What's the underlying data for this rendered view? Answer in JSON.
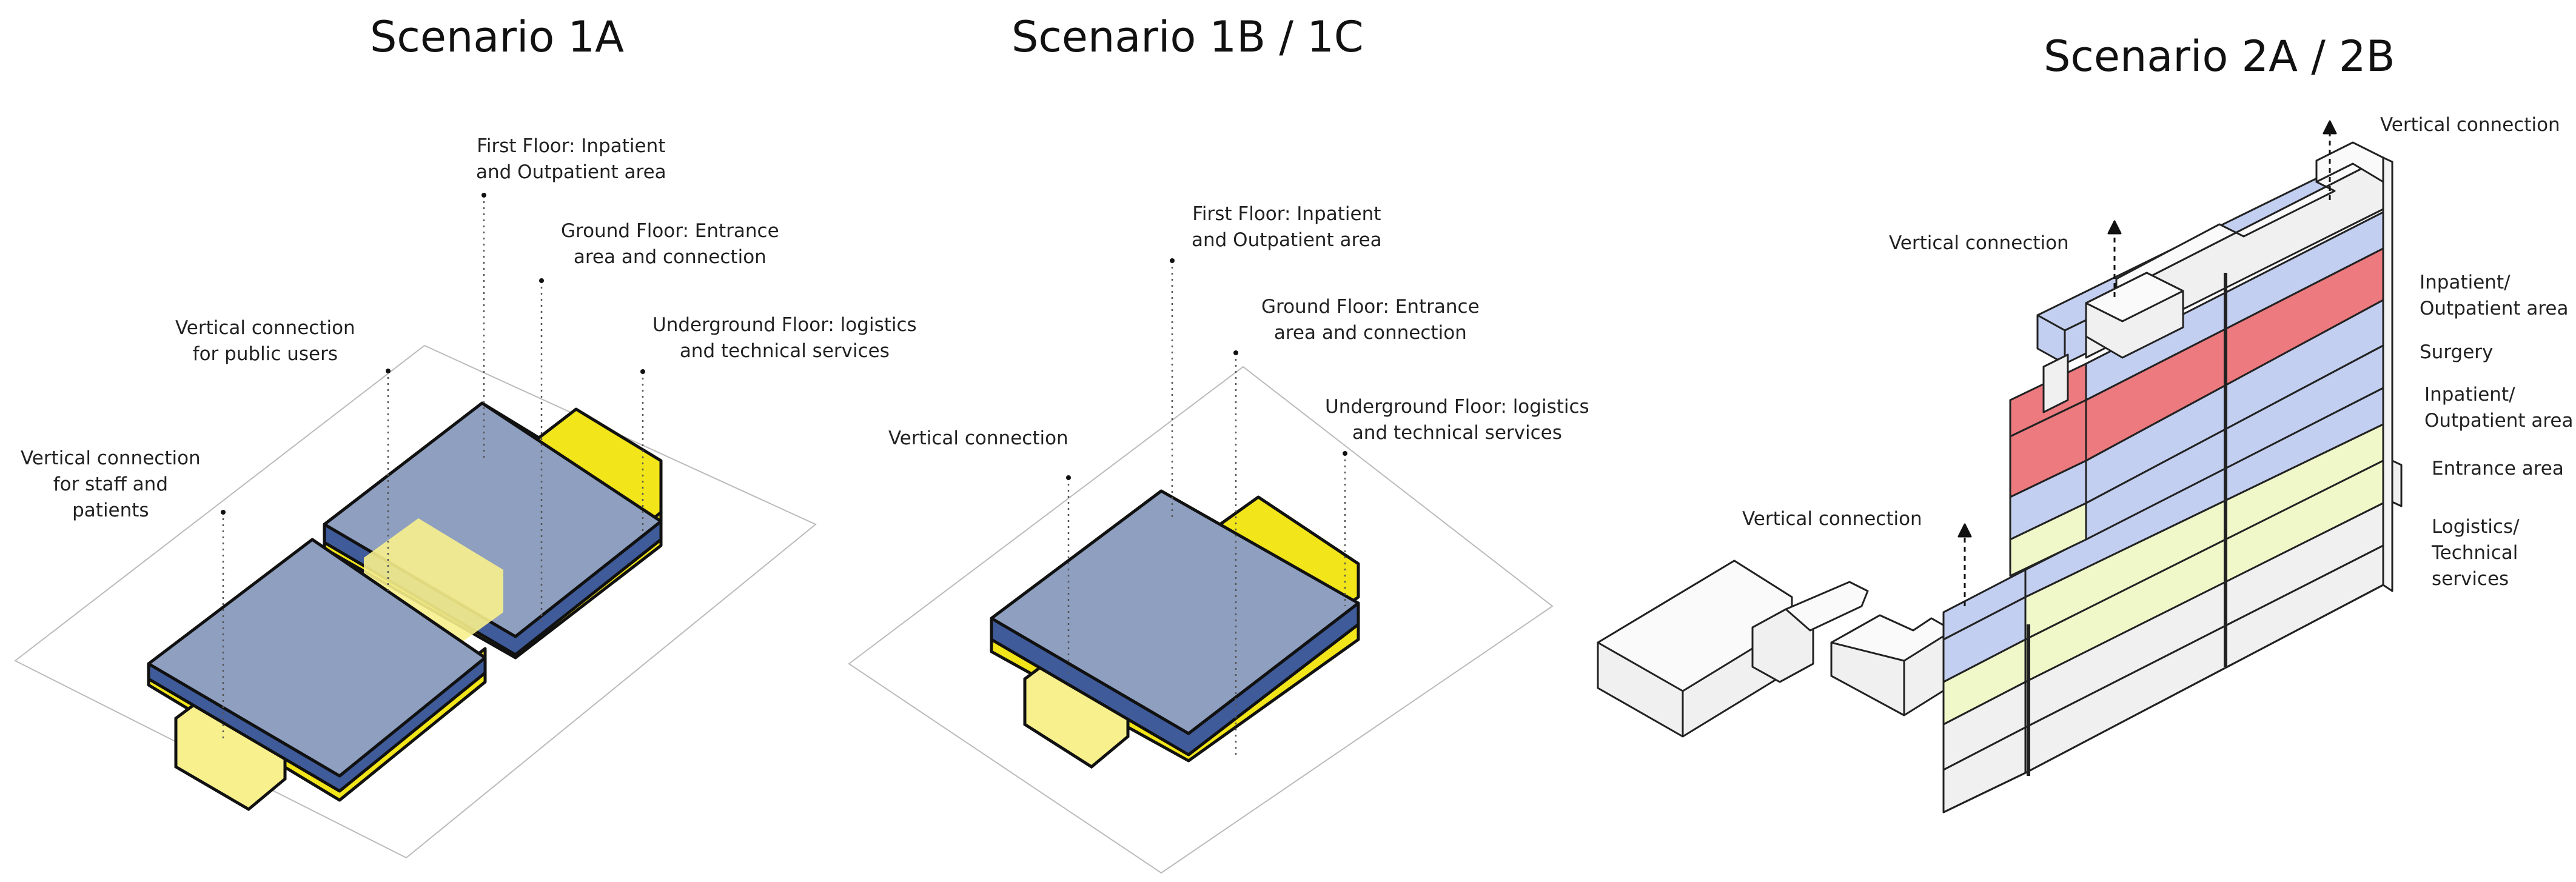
{
  "scenarios": {
    "s1a": {
      "title": "Scenario 1A",
      "labels": {
        "first_floor": [
          "First Floor: Inpatient",
          "and Outpatient area"
        ],
        "ground_floor": [
          "Ground Floor: Entrance",
          "area and connection"
        ],
        "underground_floor": [
          "Underground Floor: logistics",
          "and technical services"
        ],
        "vertical_public": [
          "Vertical connection",
          "for public users"
        ],
        "vertical_staff": [
          "Vertical connection",
          "for staff and",
          "patients"
        ]
      }
    },
    "s1bc": {
      "title": "Scenario 1B / 1C",
      "labels": {
        "first_floor": [
          "First Floor: Inpatient",
          "and Outpatient area"
        ],
        "ground_floor": [
          "Ground Floor: Entrance",
          "area and connection"
        ],
        "underground_floor": [
          "Underground Floor: logistics",
          "and technical services"
        ],
        "vertical": [
          "Vertical connection"
        ]
      }
    },
    "s2ab": {
      "title": "Scenario 2A / 2B",
      "labels": {
        "vertical_top": [
          "Vertical connection"
        ],
        "vertical_mid": [
          "Vertical connection"
        ],
        "vertical_low": [
          "Vertical connection"
        ],
        "inpatient_upper": [
          "Inpatient/",
          "Outpatient area"
        ],
        "surgery": [
          "Surgery"
        ],
        "inpatient_lower": [
          "Inpatient/",
          "Outpatient area"
        ],
        "entrance": [
          "Entrance area"
        ],
        "logistics": [
          "Logistics/",
          "Technical",
          "services"
        ]
      }
    }
  },
  "colors": {
    "inpatient_blue": "#8f9fc0",
    "floor_edge_blue": "#3f5b9a",
    "ground_yellow": "#f2e51a",
    "pale_yellow": "#f7f08c",
    "stack_blue": "#c3cff0",
    "surgery_red": "#ec7a7e",
    "entrance_yellow": "#f0f7c9",
    "neutral_grey": "#f0f0f0",
    "outline": "#111111"
  }
}
